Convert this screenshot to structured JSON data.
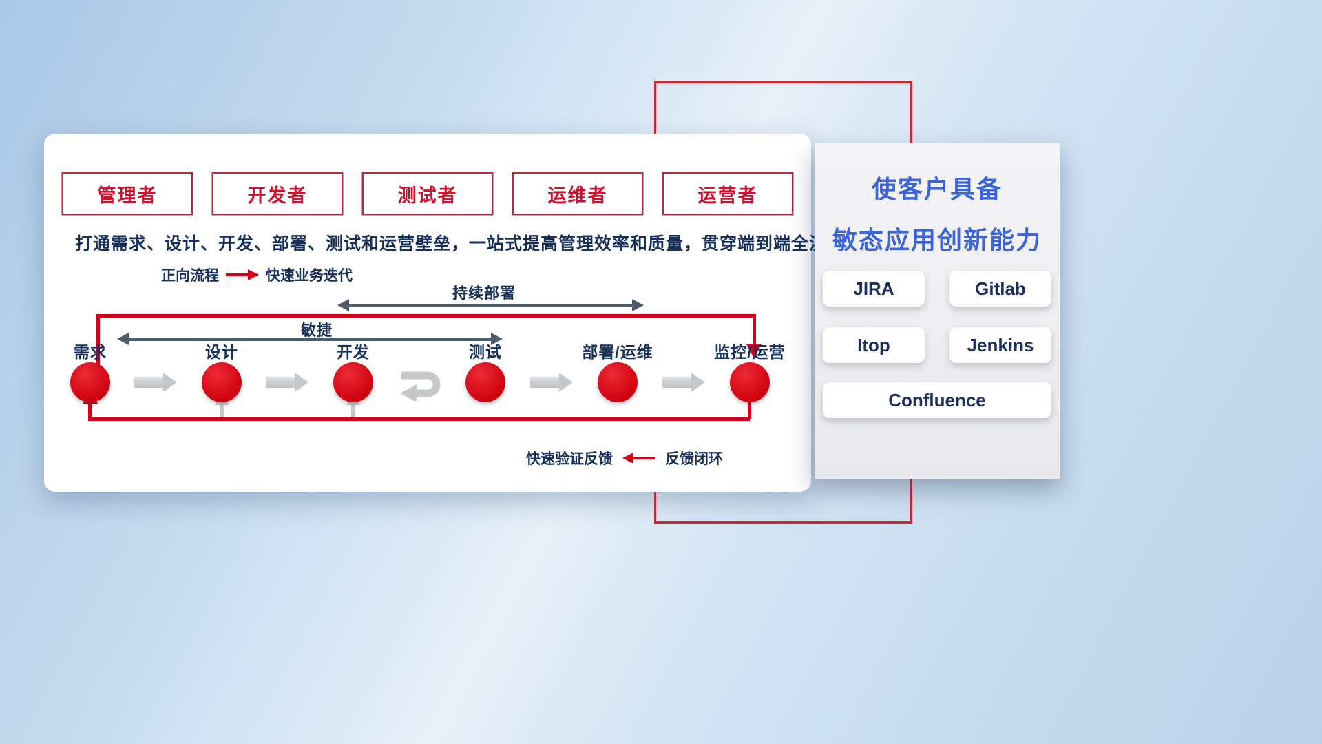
{
  "card": {
    "roles": [
      "管理者",
      "开发者",
      "测试者",
      "运维者",
      "运营者"
    ],
    "description": "打通需求、设计、开发、部署、测试和运营壁垒，一站式提高管理效率和质量，贯穿端到端全流程",
    "forward_legend": {
      "label": "正向流程",
      "text": "快速业务迭代"
    },
    "deploy_arrow_label": "持续部署",
    "agile_arrow_label": "敏捷",
    "stages": [
      "需求",
      "设计",
      "开发",
      "测试",
      "部署/运维",
      "监控/运营"
    ],
    "feedback_legend": {
      "label": "快速验证反馈",
      "text": "反馈闭环"
    }
  },
  "panel": {
    "title_line1": "使客户具备",
    "title_line2": "敏态应用创新能力",
    "tools": [
      "JIRA",
      "Gitlab",
      "Itop",
      "Jenkins",
      "Confluence"
    ]
  },
  "colors": {
    "red": "#d40019",
    "navy": "#16305a",
    "blue": "#3d64d9",
    "slate": "#4d5c6b",
    "gray_arrow": "#c4c8cb"
  }
}
